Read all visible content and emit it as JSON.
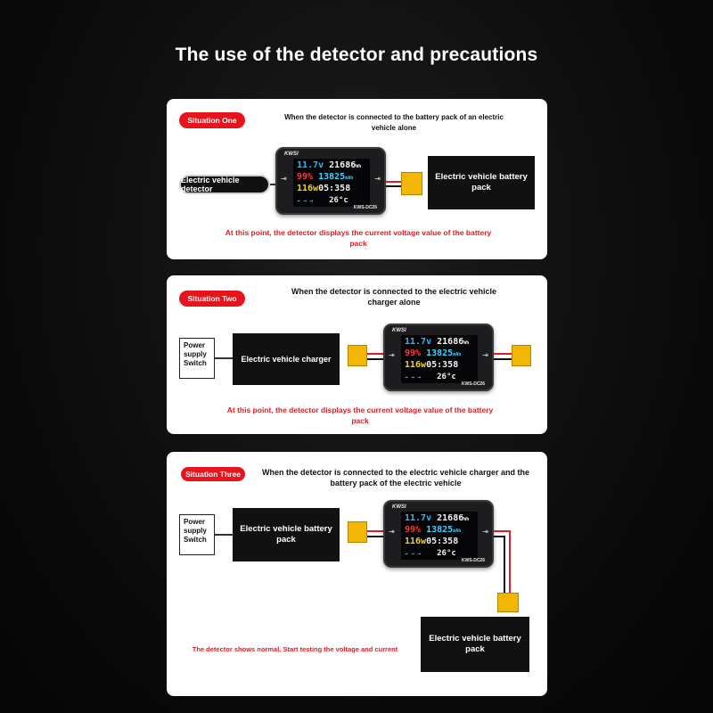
{
  "title": "The use of the detector and precautions",
  "device": {
    "brand": "KWSI",
    "model": "KWS-DC26",
    "arrow_in": "⇥",
    "arrow_out": "⇥",
    "voltage": "11.7v",
    "energy": "21686",
    "energy_unit": "Wh",
    "percent": "99%",
    "capacity": "13825",
    "capacity_unit": "mAh",
    "power": "116w",
    "time": "05:358",
    "temperature": "26°c",
    "status_arrows": "→ → →"
  },
  "situations": [
    {
      "badge": "Situation One",
      "heading": "When the detector is connected to the battery pack of an electric vehicle alone",
      "left_label": "Electric vehicle detector",
      "right_label": "Electric vehicle battery pack",
      "note": "At this point, the detector displays the current voltage value of the battery pack"
    },
    {
      "badge": "Situation Two",
      "heading": "When the detector is connected to the electric vehicle charger alone",
      "switch_label": "Power supply Switch",
      "charger_label": "Electric vehicle charger",
      "note": "At this point, the detector displays the current voltage value of the battery pack"
    },
    {
      "badge": "Situation Three",
      "heading": "When the detector is connected to the electric vehicle charger and the battery pack of the electric vehicle",
      "switch_label": "Power supply Switch",
      "left_label": "Electric vehicle battery pack",
      "bottom_label": "Electric vehicle battery pack",
      "note": "The detector shows normal. Start testing the voltage and current"
    }
  ],
  "colors": {
    "accent_red": "#e8141b",
    "plug_yellow": "#f2b705",
    "box_black": "#111111"
  }
}
